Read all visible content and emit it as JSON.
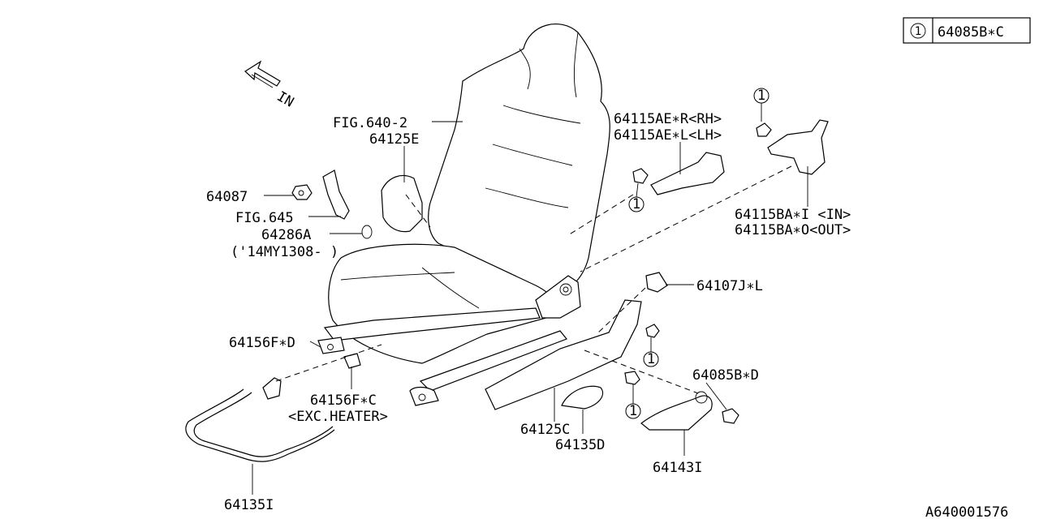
{
  "legend": {
    "marker": "1",
    "code": "64085B∗C"
  },
  "direction": {
    "label": "IN"
  },
  "callout_marker": "1",
  "labels": {
    "fig640_2": "FIG.640-2",
    "p64125E": "64125E",
    "p64087": "64087",
    "fig645": "FIG.645",
    "p64286A": "64286A",
    "my1308": "('14MY1308- )",
    "p64115AE_R": "64115AE∗R<RH>",
    "p64115AE_L": "64115AE∗L<LH>",
    "p64115BA_I": "64115BA∗I <IN>",
    "p64115BA_O": "64115BA∗O<OUT>",
    "p64107J": "64107J∗L",
    "p64156F_D": "64156F∗D",
    "p64156F_C": "64156F∗C",
    "exc_heater": "<EXC.HEATER>",
    "p64085B_D": "64085B∗D",
    "p64125C": "64125C",
    "p64135D": "64135D",
    "p64143I": "64143I",
    "p64135I": "64135I",
    "diagram_id": "A640001576"
  }
}
